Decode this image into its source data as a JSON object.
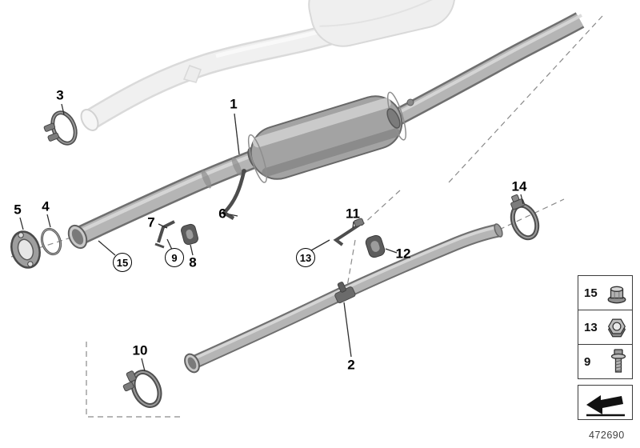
{
  "diagram": {
    "id": "472690",
    "callouts": [
      {
        "label": "1",
        "circled": false
      },
      {
        "label": "2",
        "circled": false
      },
      {
        "label": "3",
        "circled": false
      },
      {
        "label": "4",
        "circled": false
      },
      {
        "label": "5",
        "circled": false
      },
      {
        "label": "6",
        "circled": false
      },
      {
        "label": "7",
        "circled": false
      },
      {
        "label": "8",
        "circled": false
      },
      {
        "label": "9",
        "circled": true
      },
      {
        "label": "10",
        "circled": false
      },
      {
        "label": "11",
        "circled": false
      },
      {
        "label": "12",
        "circled": false
      },
      {
        "label": "13",
        "circled": true
      },
      {
        "label": "14",
        "circled": false
      },
      {
        "label": "15",
        "circled": true
      }
    ],
    "legend": {
      "rows": [
        {
          "label": "15",
          "icon": "flange-nut-icon"
        },
        {
          "label": "13",
          "icon": "hex-nut-icon"
        },
        {
          "label": "9",
          "icon": "bolt-icon"
        }
      ],
      "footer_icon": "direction-arrow-icon"
    }
  }
}
